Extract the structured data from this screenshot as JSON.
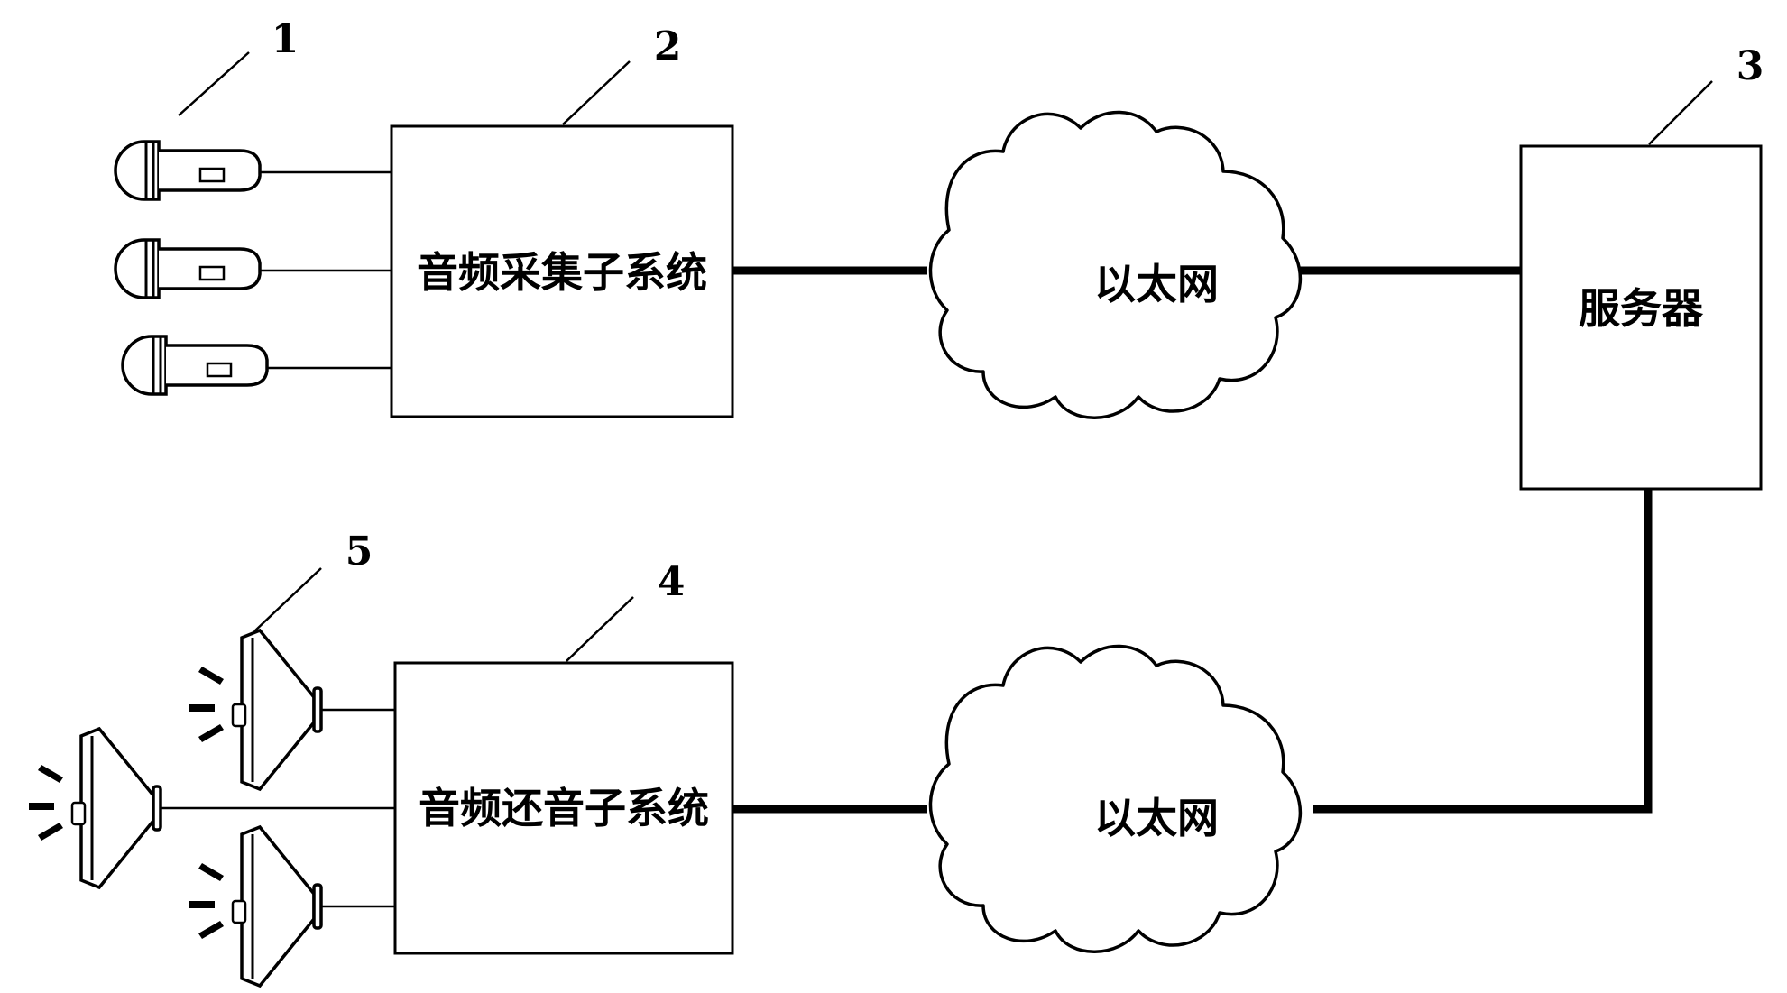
{
  "diagram": {
    "audio_capture_subsystem": {
      "label": "音频采集子系统",
      "callout": "2"
    },
    "server": {
      "label": "服务器",
      "callout": "3"
    },
    "audio_playback_subsystem": {
      "label": "音频还音子系统",
      "callout": "4"
    },
    "ethernet_top": {
      "label": "以太网"
    },
    "ethernet_bottom": {
      "label": "以太网"
    },
    "microphones": {
      "callout": "1",
      "count": 3
    },
    "speakers": {
      "callout": "5",
      "count": 3
    }
  }
}
